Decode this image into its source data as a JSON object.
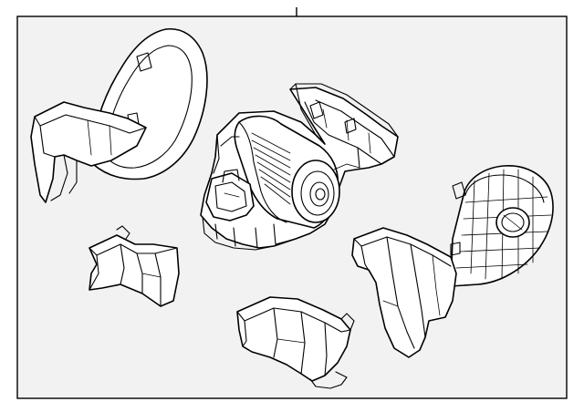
{
  "diagram": {
    "background_color": "#ffffff",
    "panel_fill": "#f2f2f2",
    "line_color": "#000000",
    "parts": [
      "leader-line",
      "left-air-duct",
      "blower-motor-housing",
      "right-air-duct",
      "small-bracket",
      "lower-duct"
    ]
  }
}
